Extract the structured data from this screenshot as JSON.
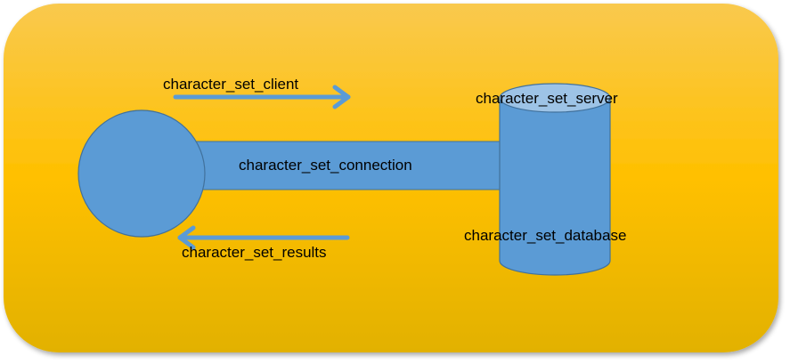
{
  "labels": {
    "client": "character_set_client",
    "server": "character_set_server",
    "connection": "character_set_connection",
    "database": "character_set_database",
    "results": "character_set_results"
  },
  "colors": {
    "background_top": "#F7C84A",
    "background_bottom": "#E3B300",
    "shape_fill": "#5B9BD5",
    "shape_stroke": "#41719C",
    "cylinder_top": "#9DC3E6"
  }
}
